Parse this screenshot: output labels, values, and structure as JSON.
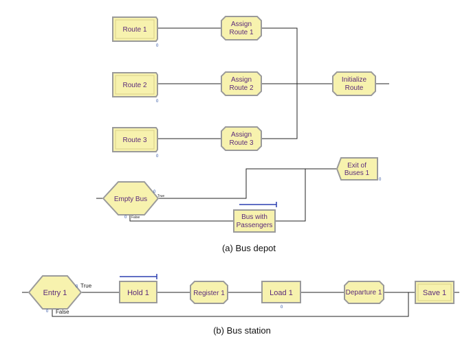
{
  "depot": {
    "caption": "(a) Bus depot",
    "route1": {
      "label": "Route 1",
      "count": "0"
    },
    "route2": {
      "label": "Route 2",
      "count": "0"
    },
    "route3": {
      "label": "Route 3",
      "count": "0"
    },
    "assign1": {
      "line1": "Assign",
      "line2": "Route 1"
    },
    "assign2": {
      "line1": "Assign",
      "line2": "Route 2"
    },
    "assign3": {
      "line1": "Assign",
      "line2": "Route 3"
    },
    "initialize": {
      "line1": "Initialize",
      "line2": "Route"
    },
    "exit": {
      "line1": "Exit of",
      "line2": "Buses 1",
      "count": "0"
    },
    "empty_bus": {
      "label": "Empty Bus",
      "true_count": "0",
      "true_label": "True",
      "false_count": "0",
      "false_label": "False"
    },
    "bus_with": {
      "line1": "Bus with",
      "line2": "Passengers"
    }
  },
  "station": {
    "caption": "(b) Bus station",
    "entry": {
      "label": "Entry 1",
      "true_count": "0",
      "true_label": "True",
      "false_count": "0",
      "false_label": "False"
    },
    "hold": {
      "label": "Hold 1"
    },
    "register": {
      "label": "Register 1"
    },
    "load": {
      "label": "Load 1",
      "count": "0"
    },
    "departure": {
      "label": "Departure 1"
    },
    "save": {
      "label": "Save 1"
    }
  },
  "colors": {
    "block_fill": "#f7f2ae",
    "block_border": "#9a9a9a",
    "label": "#5a2a7a",
    "queue_line": "#2b3fb0"
  }
}
